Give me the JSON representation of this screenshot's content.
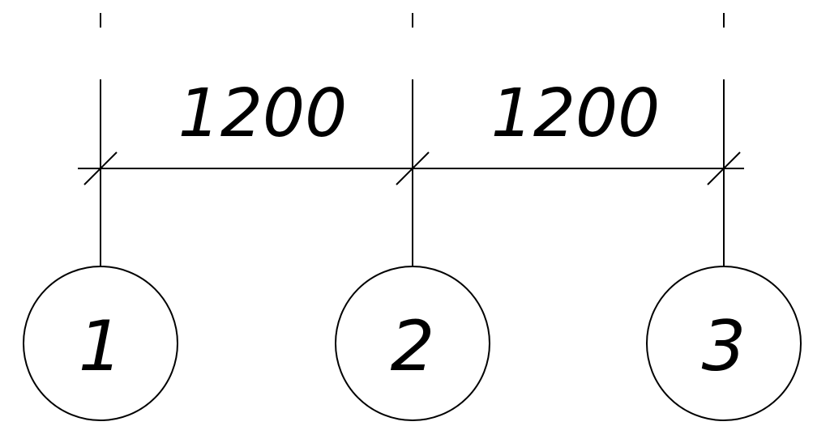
{
  "dimension_labels": [
    "1200",
    "1200"
  ],
  "grid_labels": [
    "1",
    "2",
    "3"
  ],
  "colors": {
    "ink": "#000000",
    "paper": "#ffffff"
  }
}
